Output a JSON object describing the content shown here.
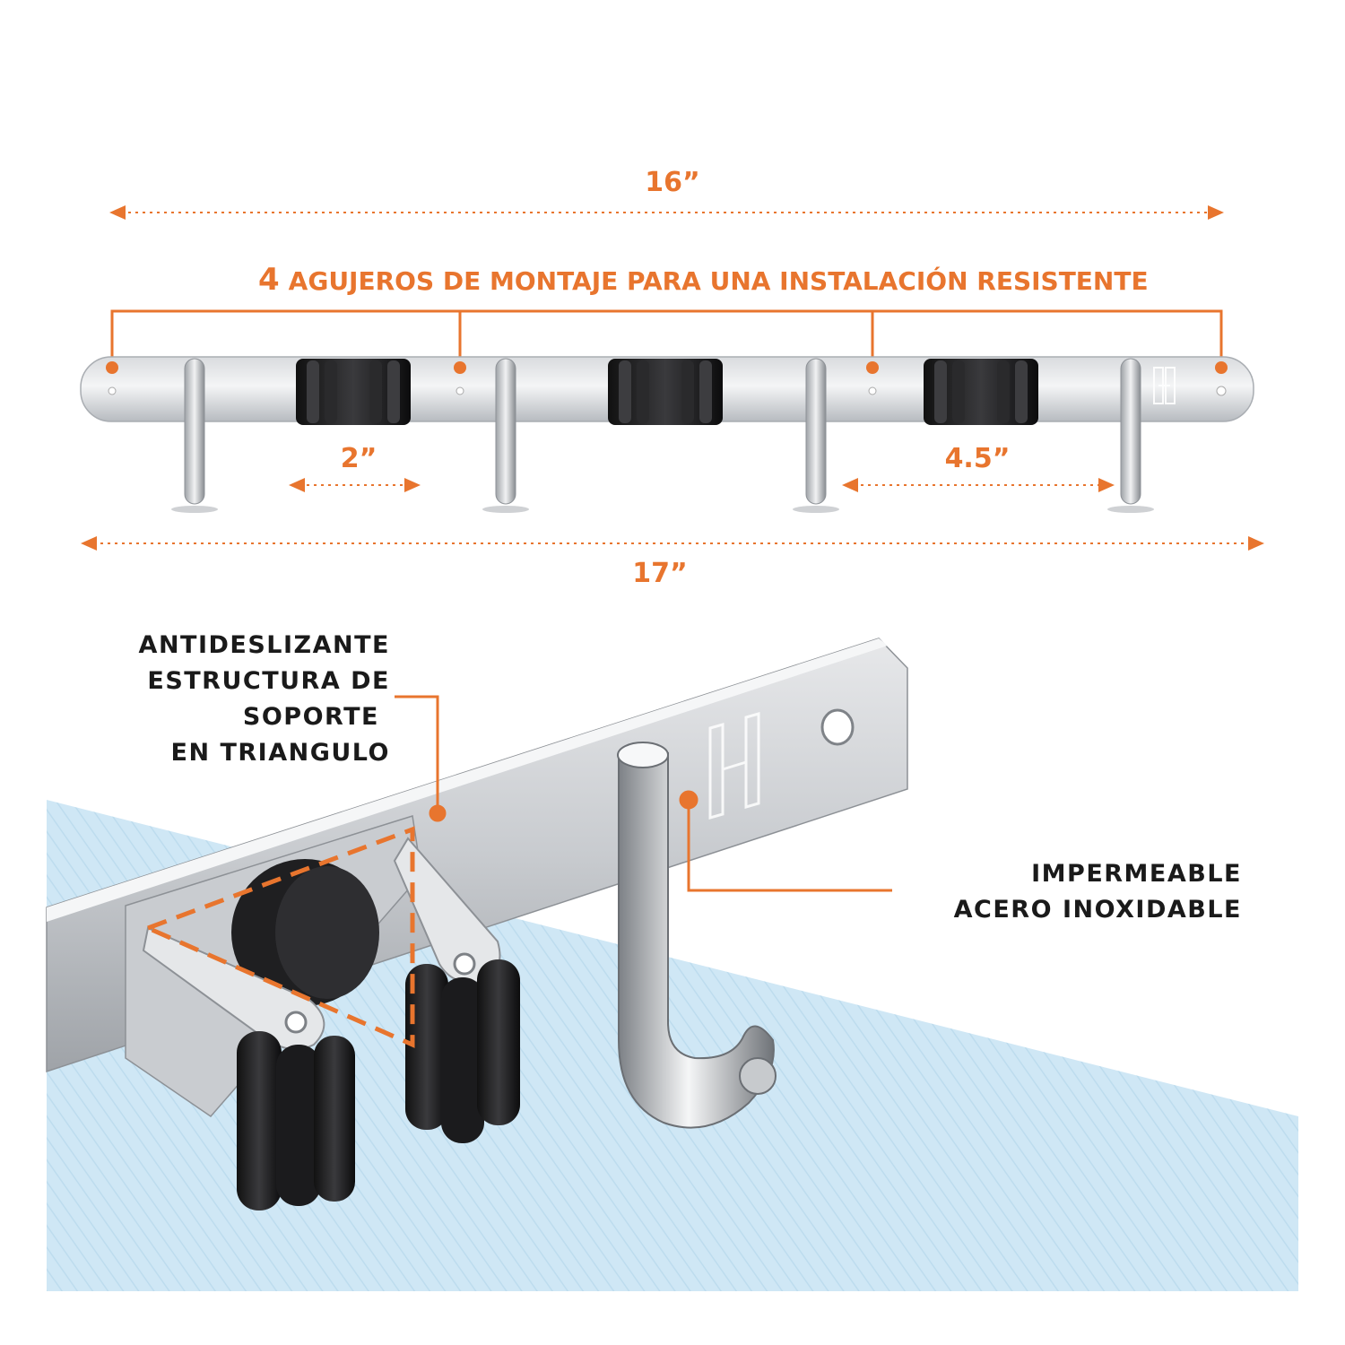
{
  "colors": {
    "accent": "#e8752e",
    "steel_light": "#e9eaec",
    "steel_mid": "#c4c7cb",
    "steel_dark": "#8d9196",
    "clip_black": "#1d1d1f",
    "floor_blue": "#cde6f4",
    "text_dark": "#1a1a1a"
  },
  "dimensions": {
    "overall_top": "16”",
    "overall_bottom": "17”",
    "clip_width": "2”",
    "hook_spacing": "4.5”"
  },
  "mounting": {
    "count": "4",
    "text": "AGUJEROS DE MONTAJE PARA UNA INSTALACIÓN RESISTENTE"
  },
  "callouts": {
    "structure": [
      "ANTIDESLIZANTE",
      "ESTRUCTURA DE",
      "SOPORTE",
      "EN TRIANGULO"
    ],
    "material": [
      "IMPERMEABLE",
      "ACERO INOXIDABLE"
    ]
  },
  "icons": {
    "brand_mark": "H-logo-engraving",
    "hook": "j-hook-icon",
    "clip": "broom-clip-icon"
  }
}
